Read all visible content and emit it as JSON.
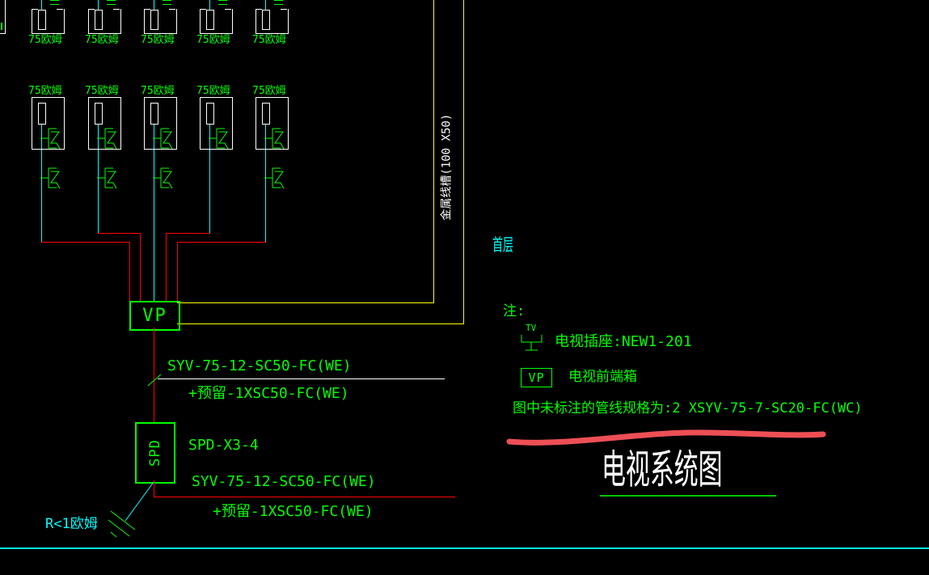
{
  "diagram": {
    "terminator_label": "75欧姆",
    "floor_label": "首层",
    "cable_tray_label": "金属线槽(100 X50)",
    "vp_box_label": "VP",
    "spd_box_label": "SPD",
    "spd_model": "SPD-X3-4",
    "feeder_cable": "SYV-75-12-SC50-FC(WE)",
    "reserve_cable": "+预留-1XSC50-FC(WE)",
    "ground_resistance": "R<1欧姆"
  },
  "notes": {
    "header": "注:",
    "tv_symbol_text": "TV",
    "tv_socket_note": "电视插座:NEW1-201",
    "vp_symbol_text": "VP",
    "vp_note": "电视前端箱",
    "pipe_note": "图中未标注的管线规格为:2 XSYV-75-7-SC20-FC(WC)"
  },
  "title": {
    "text": "电视系统图"
  },
  "colors": {
    "background": "#000000",
    "coax_line": "#00ffff",
    "feeder_line": "#ff0000",
    "cable_tray": "#ffff00",
    "symbol_green": "#00ff00",
    "drawing_white": "#ffffff",
    "marker_red": "#ed4f55"
  }
}
